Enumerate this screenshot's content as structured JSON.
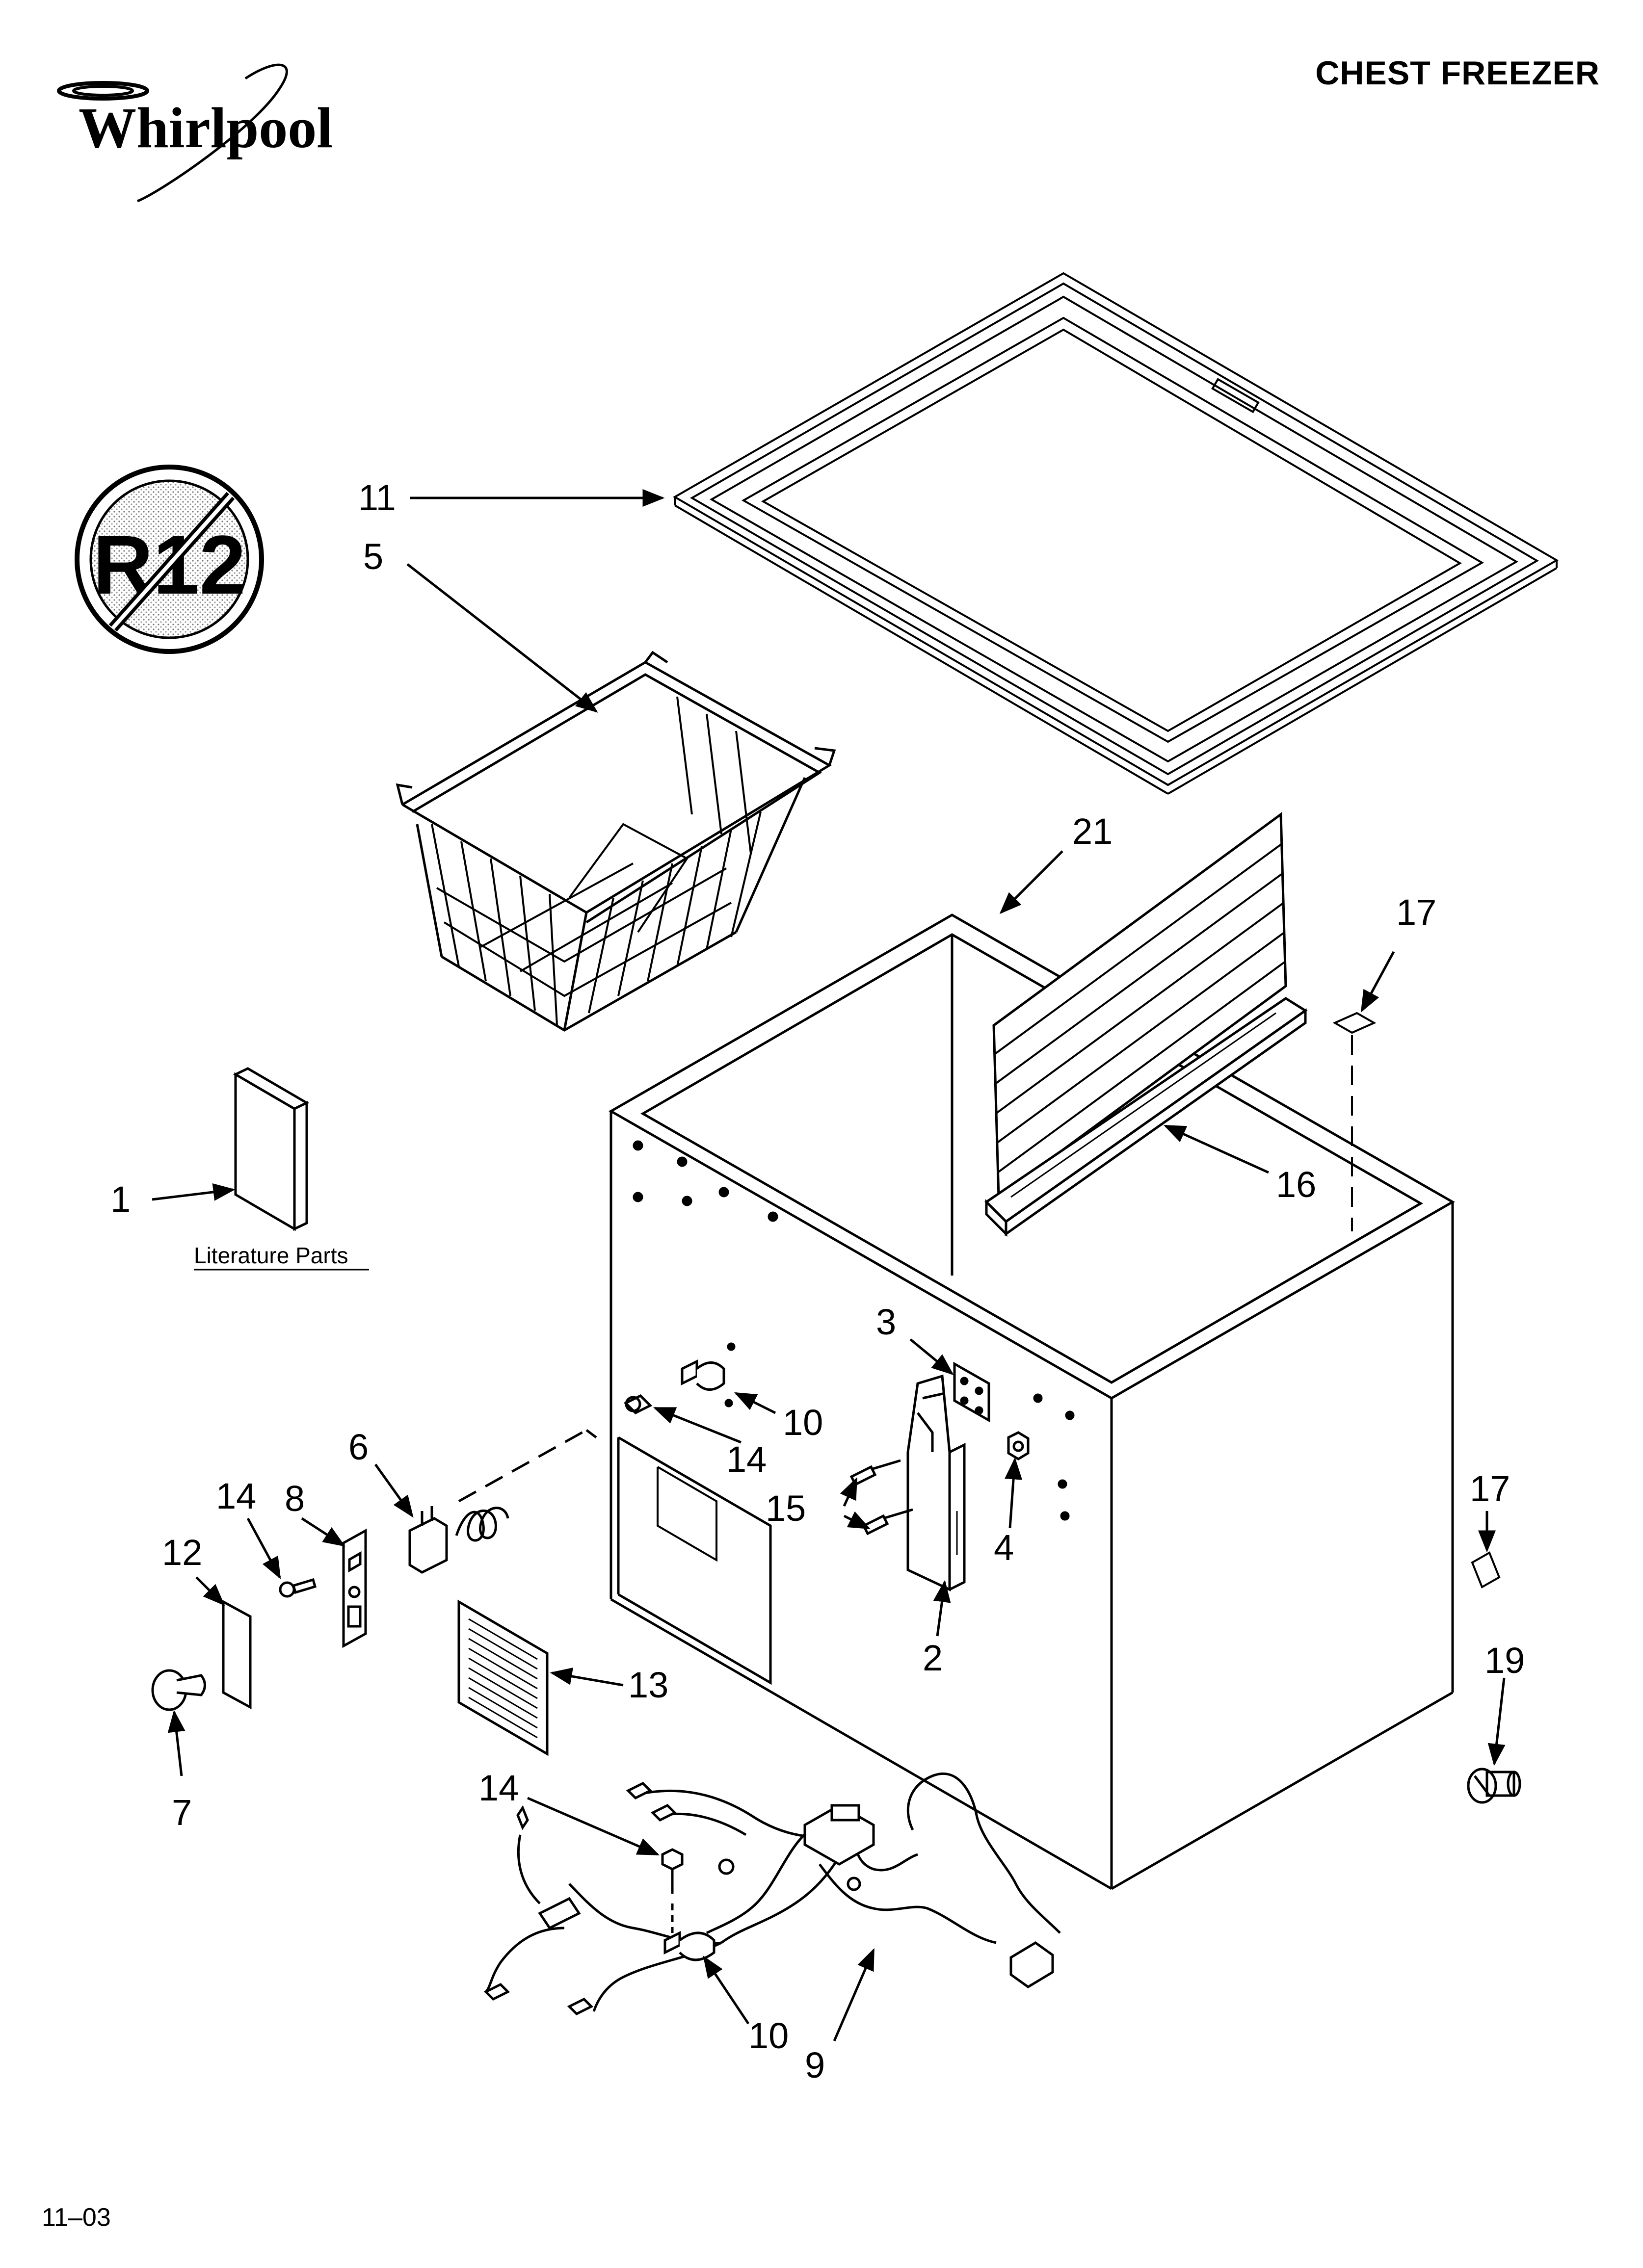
{
  "brand": {
    "logo_text": "Whirlpool"
  },
  "title": "CHEST FREEZER",
  "badge": {
    "text": "R12"
  },
  "literature": {
    "caption": "Literature Parts"
  },
  "footer": {
    "code": "11–03"
  },
  "callouts": {
    "c1": "1",
    "c2": "2",
    "c3": "3",
    "c4": "4",
    "c5": "5",
    "c6": "6",
    "c7": "7",
    "c8": "8",
    "c9": "9",
    "c10a": "10",
    "c10b": "10",
    "c11": "11",
    "c12": "12",
    "c13": "13",
    "c14a": "14",
    "c14b": "14",
    "c14c": "14",
    "c15": "15",
    "c16": "16",
    "c17a": "17",
    "c17b": "17",
    "c19": "19",
    "c21": "21"
  }
}
